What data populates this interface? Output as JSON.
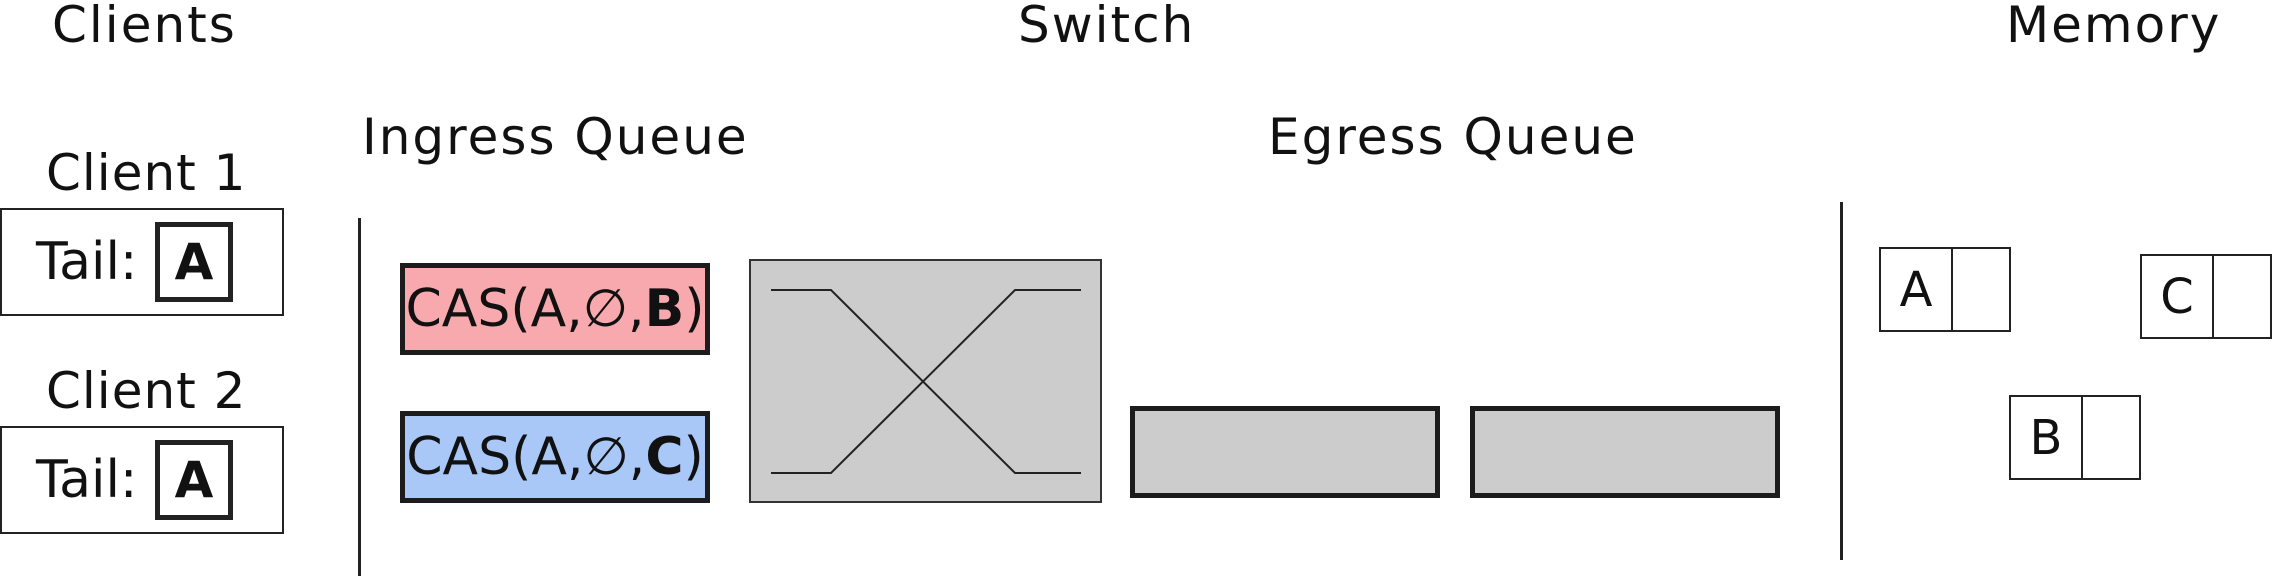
{
  "headings": {
    "clients": "Clients",
    "switch": "Switch",
    "memory": "Memory",
    "ingress": "Ingress Queue",
    "egress": "Egress Queue"
  },
  "clients": [
    {
      "name": "Client 1",
      "tail_label": "Tail:",
      "tail_value": "A"
    },
    {
      "name": "Client 2",
      "tail_label": "Tail:",
      "tail_value": "A"
    }
  ],
  "ingress": [
    {
      "prefix": "CAS(A,∅,",
      "target": "B",
      "suffix": ")",
      "color": "#f8a9ad"
    },
    {
      "prefix": "CAS(A,∅,",
      "target": "C",
      "suffix": ")",
      "color": "#a9c8f8"
    }
  ],
  "memory": [
    {
      "label": "A"
    },
    {
      "label": "C"
    },
    {
      "label": "B"
    }
  ],
  "colors": {
    "switch_fill": "#cccccc",
    "egress_fill": "#cccccc"
  }
}
